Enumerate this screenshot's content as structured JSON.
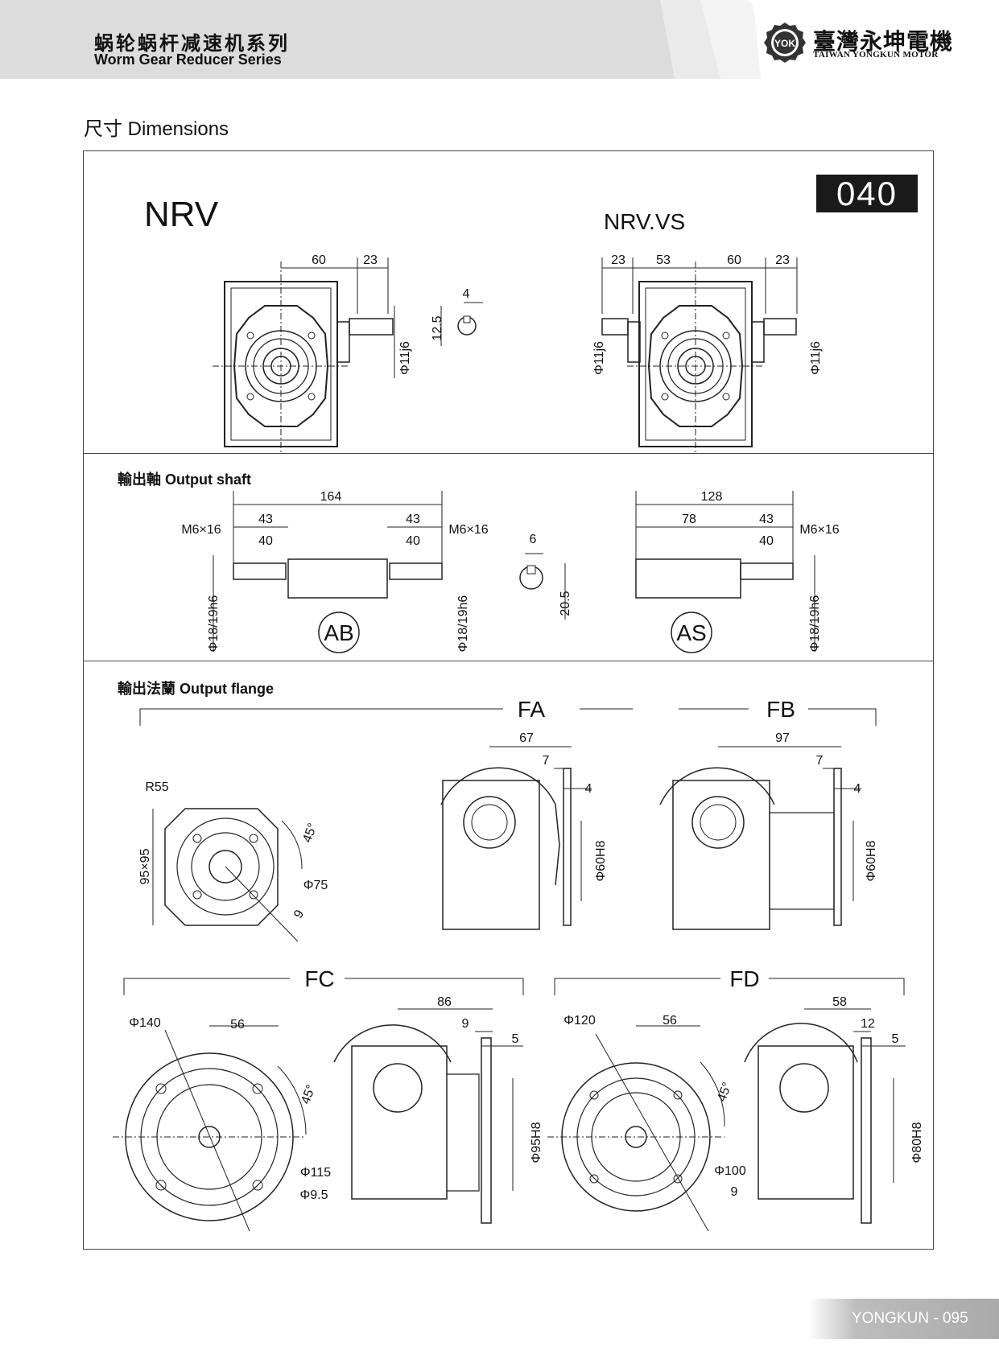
{
  "header": {
    "series_cn": "蜗轮蜗杆减速机系列",
    "series_en": "Worm Gear Reducer Series",
    "brand_cn": "臺灣永坤電機",
    "brand_en": "TAIWAN YONGKUN MOTOR",
    "logo_text": "YOK"
  },
  "section_title": "尺寸 Dimensions",
  "model_code": "040",
  "top": {
    "nrv_label": "NRV",
    "nrvvs_label": "NRV.VS",
    "nrv_dims": {
      "d60": "60",
      "d23": "23",
      "shaft": "Φ11j6"
    },
    "key_dims": {
      "w": "4",
      "h": "12.5"
    },
    "nrvvs_dims": {
      "d23a": "23",
      "d53": "53",
      "d60": "60",
      "d23b": "23",
      "shaft_l": "Φ11j6",
      "shaft_r": "Φ11j6"
    }
  },
  "output_shaft": {
    "title": "輸出軸 Output shaft",
    "ab": {
      "total": "164",
      "l43": "43",
      "r43": "43",
      "l40": "40",
      "r40": "40",
      "thread_l": "M6×16",
      "thread_r": "M6×16",
      "dia_l": "Φ18/19h6",
      "dia_r": "Φ18/19h6",
      "tag": "AB"
    },
    "key": {
      "w": "6",
      "h": "20.5"
    },
    "as": {
      "total": "128",
      "d78": "78",
      "d43": "43",
      "d40": "40",
      "thread": "M6×16",
      "dia": "Φ18/19h6",
      "tag": "AS"
    }
  },
  "output_flange": {
    "title": "輸出法蘭 Output flange",
    "fa_label": "FA",
    "fb_label": "FB",
    "fc_label": "FC",
    "fd_label": "FD",
    "square": {
      "r": "R55",
      "size": "95×95",
      "angle": "45°",
      "pcd": "Φ75",
      "hole": "9"
    },
    "fa": {
      "l": "67",
      "a": "7",
      "b": "4",
      "spigot": "Φ60H8"
    },
    "fb": {
      "l": "97",
      "a": "7",
      "b": "4",
      "spigot": "Φ60H8"
    },
    "fc": {
      "od": "Φ140",
      "off": "56",
      "angle": "45°",
      "pcd": "Φ115",
      "hole": "Φ9.5",
      "l": "86",
      "a": "9",
      "b": "5",
      "spigot": "Φ95H8"
    },
    "fd": {
      "od": "Φ120",
      "off": "56",
      "angle": "45°",
      "pcd": "Φ100",
      "hole": "9",
      "l": "58",
      "a": "12",
      "b": "5",
      "spigot": "Φ80H8"
    }
  },
  "footer": "YONGKUN - 095"
}
